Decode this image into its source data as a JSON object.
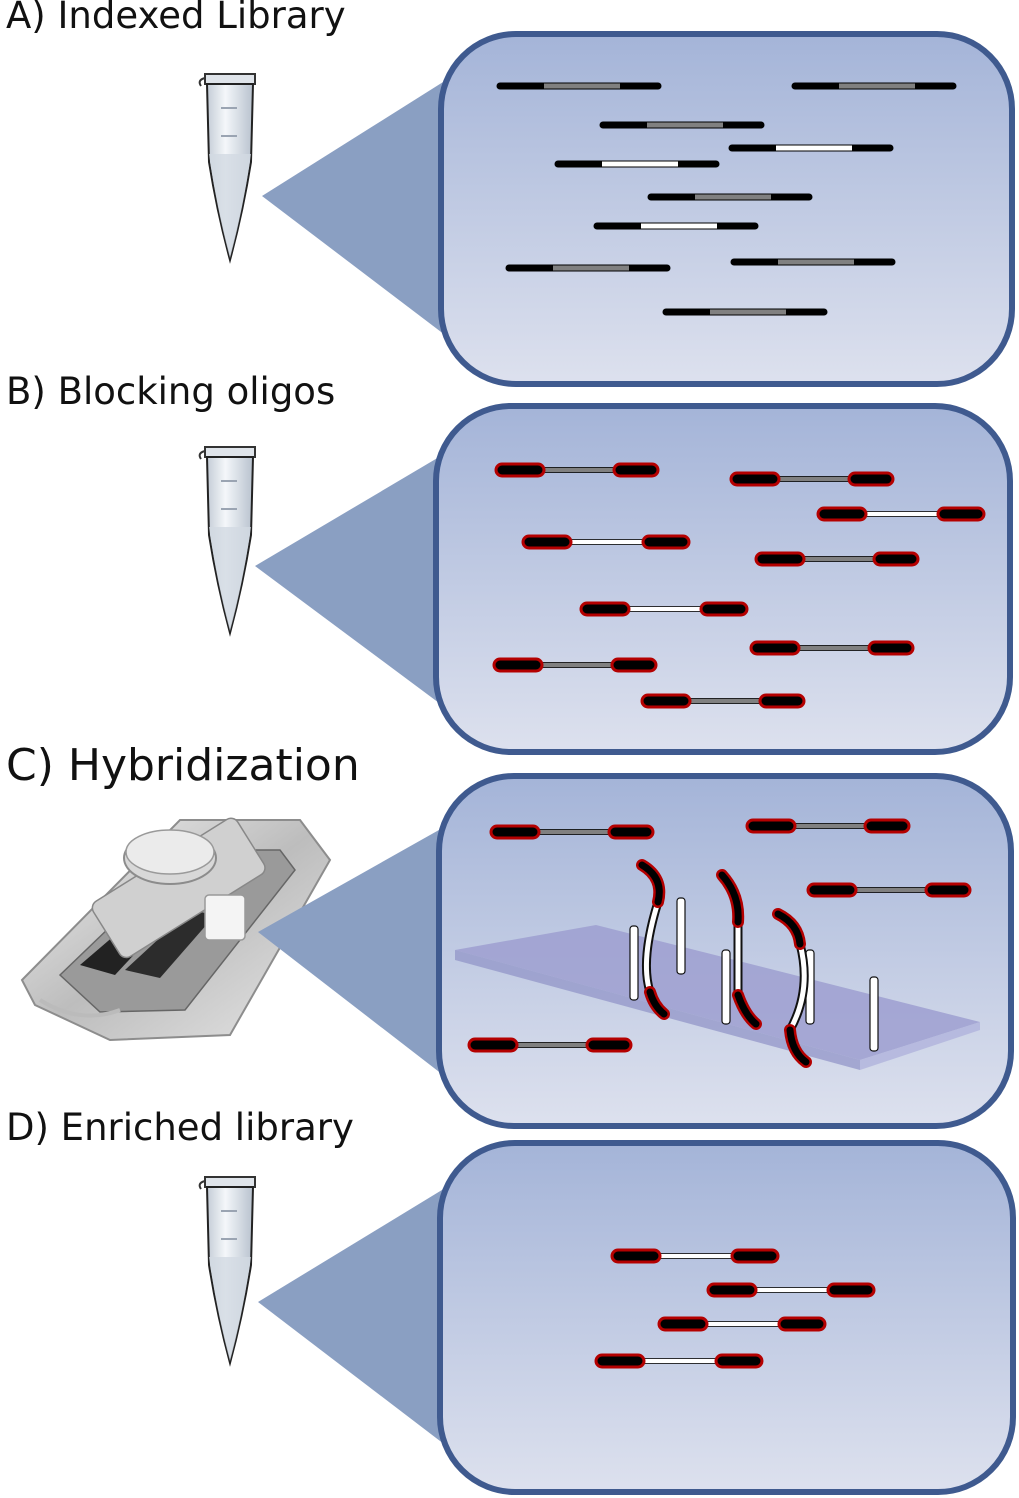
{
  "panels": [
    {
      "id": "a",
      "title": "A) Indexed Library",
      "source": "tube"
    },
    {
      "id": "b",
      "title": "B) Blocking oligos",
      "source": "tube"
    },
    {
      "id": "c",
      "title": "C) Hybridization",
      "source": "hybridization-chamber"
    },
    {
      "id": "d",
      "title": "D) Enriched library",
      "source": "tube"
    }
  ],
  "colors": {
    "bubble_top": "#a4b4d8",
    "bubble_bottom": "#dde1ee",
    "bubble_border": "#3f5a8f",
    "callout": "#8a9fc2",
    "adapter": "#000000",
    "insert_offtarget": "#808080",
    "insert_target": "#ffffff",
    "blocker": "#b40000",
    "array_slide": "#9d9fd0"
  }
}
